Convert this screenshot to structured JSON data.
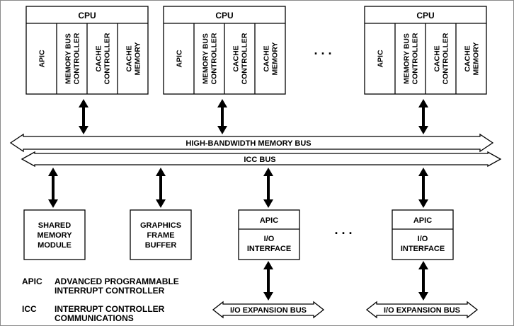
{
  "cpus": [
    {
      "title": "CPU",
      "cells": [
        "APIC",
        "MEMORY BUS\nCONTROLLER",
        "CACHE\nCONTROLLER",
        "CACHE\nMEMORY"
      ]
    },
    {
      "title": "CPU",
      "cells": [
        "APIC",
        "MEMORY BUS\nCONTROLLER",
        "CACHE\nCONTROLLER",
        "CACHE\nMEMORY"
      ]
    },
    {
      "title": "CPU",
      "cells": [
        "APIC",
        "MEMORY BUS\nCONTROLLER",
        "CACHE\nCONTROLLER",
        "CACHE\nMEMORY"
      ]
    }
  ],
  "ellipsis": ". . .",
  "buses": {
    "memory_bus": "HIGH-BANDWIDTH MEMORY BUS",
    "icc_bus": "ICC BUS"
  },
  "lower": {
    "shared_memory": [
      "SHARED",
      "MEMORY",
      "MODULE"
    ],
    "graphics": [
      "GRAPHICS",
      "FRAME",
      "BUFFER"
    ],
    "io_units": [
      {
        "apic": "APIC",
        "interface": [
          "I/O",
          "INTERFACE"
        ],
        "bus": "I/O EXPANSION BUS"
      },
      {
        "apic": "APIC",
        "interface": [
          "I/O",
          "INTERFACE"
        ],
        "bus": "I/O EXPANSION BUS"
      }
    ]
  },
  "legend": [
    {
      "abbr": "APIC",
      "text": [
        "ADVANCED PROGRAMMABLE",
        "INTERRUPT CONTROLLER"
      ]
    },
    {
      "abbr": "ICC",
      "text": [
        "INTERRUPT CONTROLLER",
        "COMMUNICATIONS"
      ]
    }
  ],
  "colors": {
    "line": "#000000",
    "background": "#ffffff"
  }
}
